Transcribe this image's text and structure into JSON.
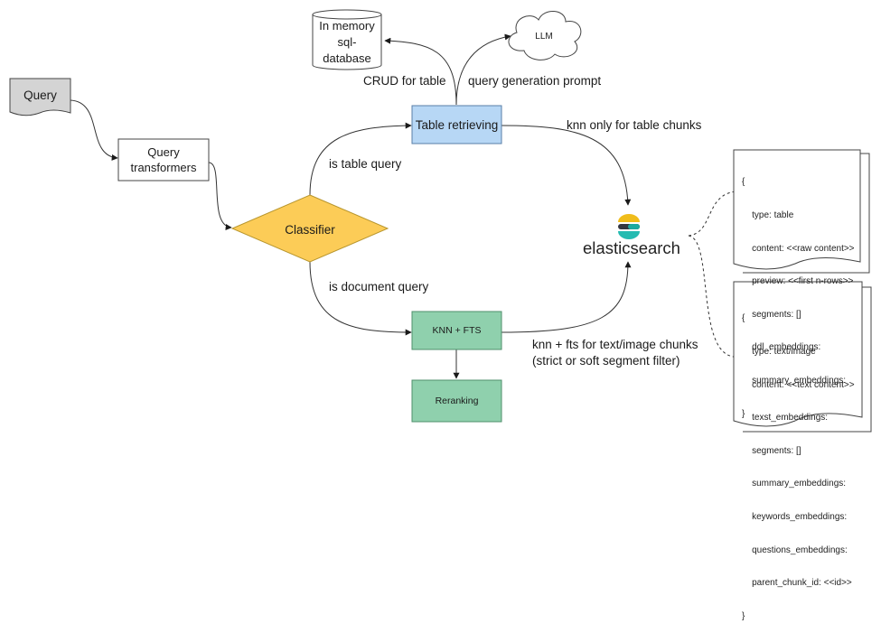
{
  "nodes": {
    "query": "Query",
    "query_transformers": [
      "Query",
      "transformers"
    ],
    "classifier": "Classifier",
    "table_retrieving": "Table retrieving",
    "knn_fts": "KNN + FTS",
    "reranking": "Reranking",
    "in_memory_db": [
      "In memory",
      "sql-",
      "database"
    ],
    "llm": "LLM",
    "elasticsearch": "elasticsearch"
  },
  "edge_labels": {
    "crud": "CRUD for table",
    "query_generation": "query generation prompt",
    "knn_table": "knn only for table chunks",
    "is_table_query": "is table query",
    "is_document_query": "is document query",
    "knn_fts_text": [
      "knn + fts for text/image chunks",
      "(strict or soft segment filter)"
    ]
  },
  "docs": {
    "table_chunk": [
      "{",
      "    type: table",
      "    content: <<raw content>>",
      "    preview: <<first n-rows>>",
      "    segments: []",
      "    ddl_embeddings:",
      "    summary_embeddings:",
      "}"
    ],
    "text_chunk": [
      "{",
      "    type: text/image",
      "    content: <<text content>>",
      "    texst_embeddings:",
      "    segments: []",
      "    summary_embeddings:",
      "    keywords_embeddings:",
      "    questions_embeddings:",
      "    parent_chunk_id: <<id>>",
      "}"
    ]
  },
  "colors": {
    "classifier_fill": "#fccc57",
    "table_fill": "#b7d7f5",
    "green_fill": "#8fd0ad",
    "query_fill": "#d4d4d4",
    "elastic_yellow": "#f0bd1b",
    "elastic_teal": "#24bbb1",
    "elastic_dark": "#343741"
  }
}
